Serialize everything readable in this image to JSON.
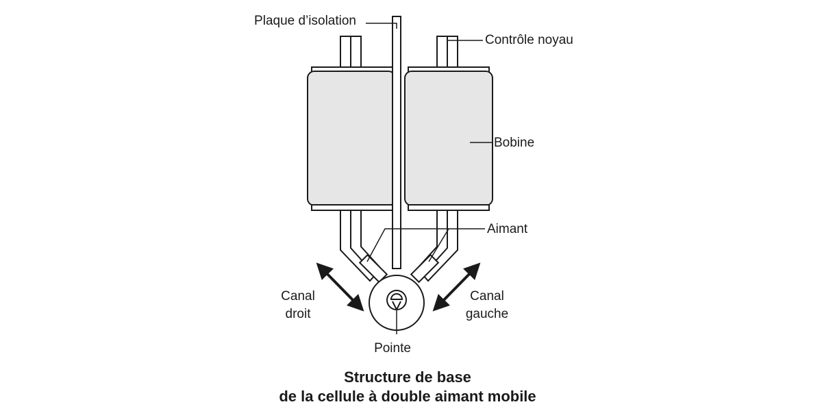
{
  "labels": {
    "plaque": "Plaque d’isolation",
    "controle": "Contrôle noyau",
    "bobine": "Bobine",
    "aimant": "Aimant",
    "canal_droit_1": "Canal",
    "canal_droit_2": "droit",
    "canal_gauche_1": "Canal",
    "canal_gauche_2": "gauche",
    "pointe": "Pointe"
  },
  "caption": {
    "line1": "Structure de base",
    "line2": "de la cellule à double aimant mobile"
  }
}
